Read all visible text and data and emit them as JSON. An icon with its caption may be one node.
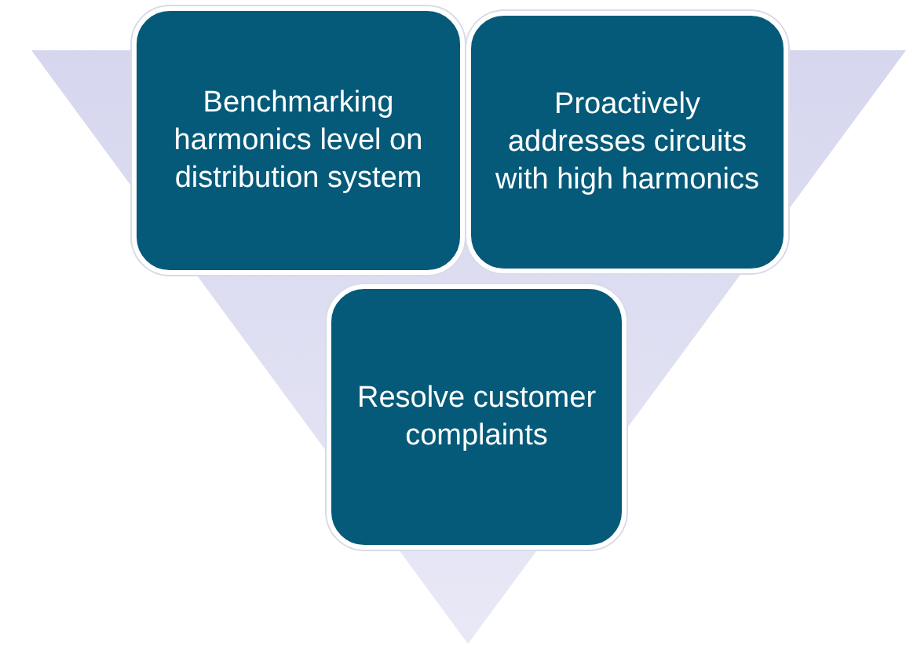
{
  "diagram": {
    "nodes": [
      {
        "text": [
          "Benchmarking harmonics level on distribution system"
        ]
      },
      {
        "text": [
          "Proactively addresses circuits with high harmonics"
        ]
      },
      {
        "text": [
          "Resolve customer complaints"
        ]
      }
    ]
  }
}
